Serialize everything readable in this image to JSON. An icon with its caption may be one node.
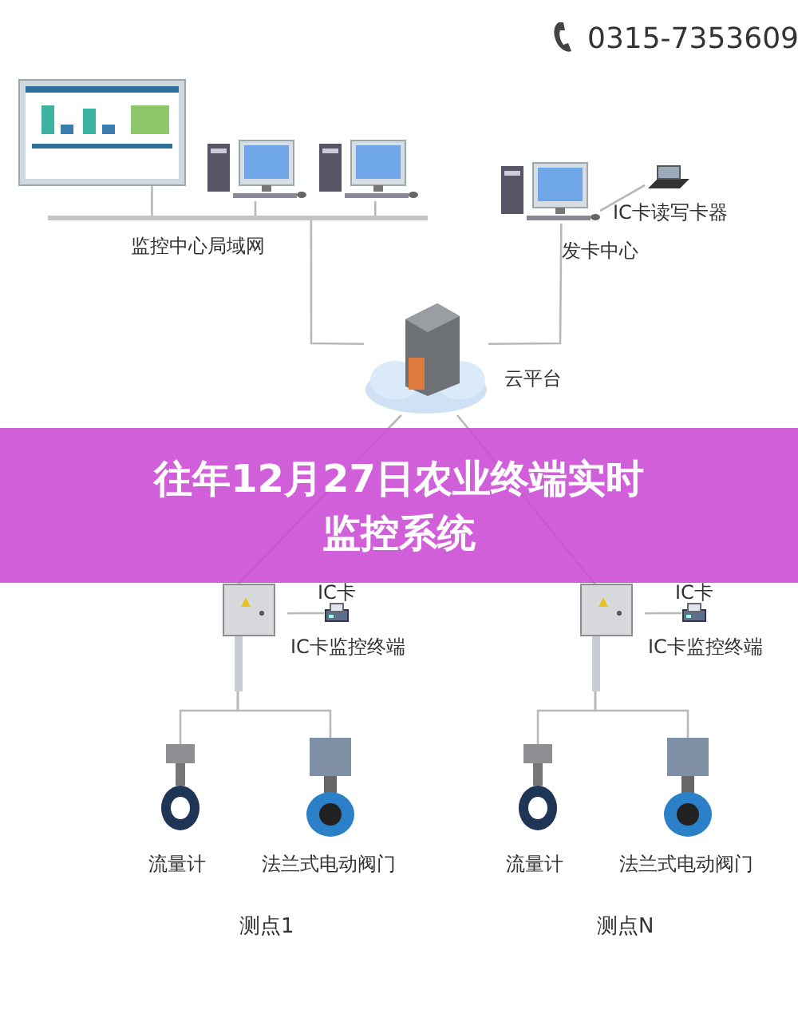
{
  "diagram": {
    "title": "往年12月27日农业终端实时监控系统",
    "nodes": [
      {
        "text": [],
        "shape": "picture"
      },
      {
        "text": [],
        "shape": "picture"
      },
      {
        "text": [],
        "shape": "picture"
      },
      {
        "text": [],
        "shape": "picture",
        "beside": [
          "发卡中心"
        ]
      },
      {
        "text": [],
        "shape": "picture",
        "beside": [
          "IC卡读写卡器"
        ]
      },
      {
        "text": [],
        "shape": "picture",
        "beside": [
          "云平台"
        ]
      },
      {
        "text": [],
        "shape": "bar",
        "beside": [
          "监控中心局域网"
        ]
      },
      {
        "text": [],
        "shape": "picture",
        "beside": [
          "IC卡监控终端"
        ]
      },
      {
        "text": [],
        "shape": "picture",
        "beside": [
          "IC卡"
        ]
      },
      {
        "text": [],
        "shape": "picture",
        "beside": [
          "流量计"
        ]
      },
      {
        "text": [],
        "shape": "picture",
        "beside": [
          "法兰式电动阀门"
        ]
      },
      {
        "text": [],
        "shape": "picture",
        "beside": [
          "IC卡监控终端"
        ]
      },
      {
        "text": [],
        "shape": "picture",
        "beside": [
          "IC卡"
        ]
      },
      {
        "text": [],
        "shape": "picture",
        "beside": [
          "流量计"
        ]
      },
      {
        "text": [],
        "shape": "picture",
        "beside": [
          "法兰式电动阀门"
        ]
      }
    ],
    "edges": [
      {
        "from": 0,
        "to": 6,
        "arrow": "none"
      },
      {
        "from": 1,
        "to": 6,
        "arrow": "none"
      },
      {
        "from": 2,
        "to": 6,
        "arrow": "none"
      },
      {
        "from": 6,
        "to": 5,
        "arrow": "none"
      },
      {
        "from": 3,
        "to": 5,
        "arrow": "none"
      },
      {
        "from": 3,
        "to": 4,
        "arrow": "none"
      },
      {
        "from": 5,
        "to": 7,
        "arrow": "none"
      },
      {
        "from": 5,
        "to": 11,
        "arrow": "none"
      },
      {
        "from": 7,
        "to": 8,
        "arrow": "none"
      },
      {
        "from": 7,
        "to": 9,
        "arrow": "none"
      },
      {
        "from": 7,
        "to": 10,
        "arrow": "none"
      },
      {
        "from": 11,
        "to": 12,
        "arrow": "none"
      },
      {
        "from": 11,
        "to": 13,
        "arrow": "none"
      },
      {
        "from": 11,
        "to": 14,
        "arrow": "none"
      }
    ],
    "labels": [
      "0315-7353609",
      "测点1",
      "测点N"
    ]
  }
}
